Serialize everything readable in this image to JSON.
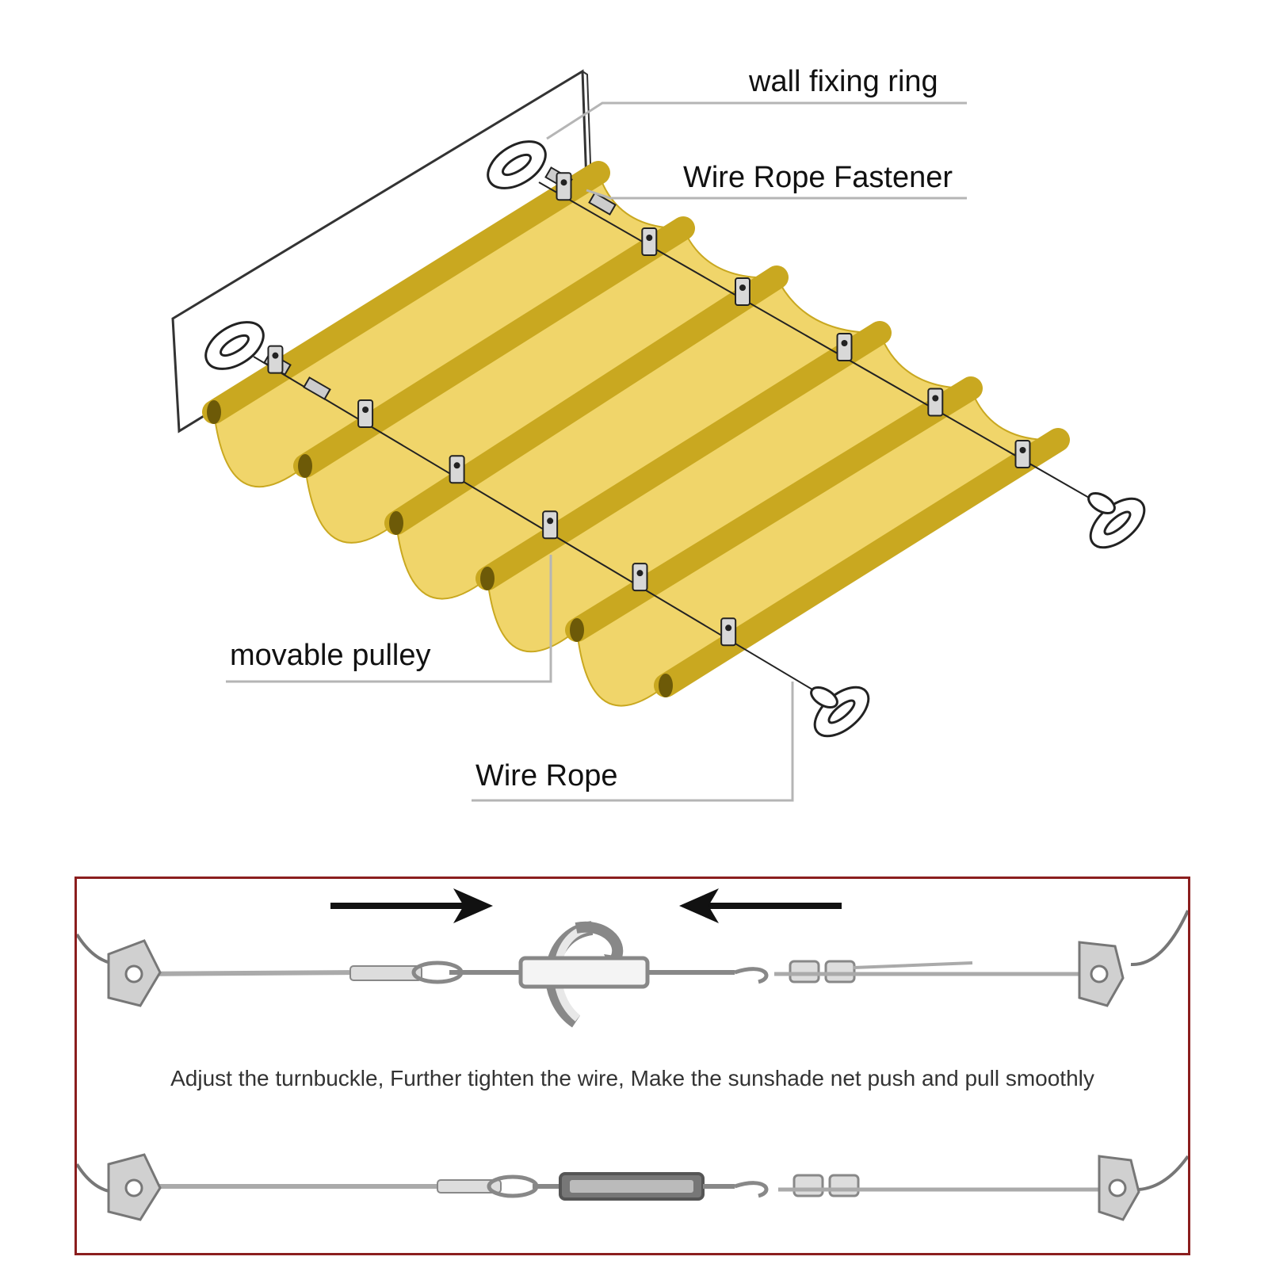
{
  "labels": {
    "wall_fixing_ring": "wall fixing ring",
    "wire_rope_fastener": "Wire Rope Fastener",
    "movable_pulley": "movable pulley",
    "wire_rope": "Wire Rope"
  },
  "instruction": {
    "text": "Adjust the turnbuckle, Further tighten the wire, Make the sunshade net push and pull smoothly"
  },
  "colors": {
    "fabric": "#f0d56a",
    "fabric_dark": "#c9a820",
    "fabric_end": "#6d5a08",
    "frame": "#8b1e1e",
    "leader_line": "#b5b5b5",
    "wire": "#222222"
  },
  "icons": {
    "rotate": "rotate-arrow-icon",
    "push_right": "arrow-right-icon",
    "push_left": "arrow-left-icon"
  }
}
